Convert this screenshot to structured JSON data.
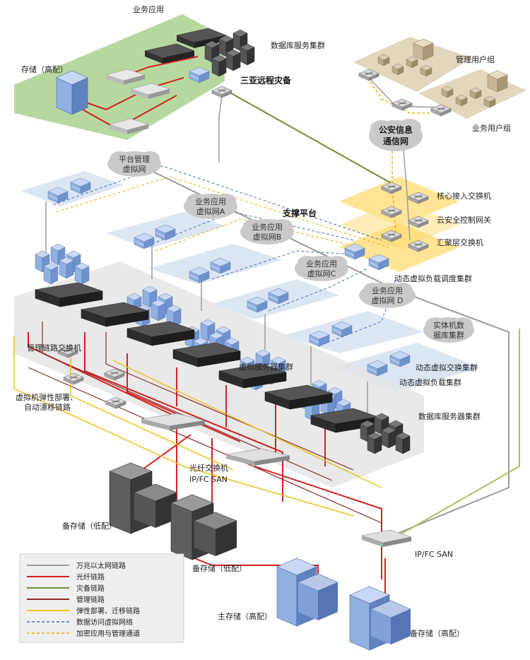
{
  "labels": {
    "business_apps": "业务应用",
    "storage_high": "存储（高配）",
    "db_cluster_top": "数据库服务集群",
    "sanya_dr": "三亚远程灾备",
    "admin_group": "管理用户组",
    "business_group": "业务用户组",
    "core_switch": "核心接入交换机",
    "security_gateway": "云安全控制网关",
    "aggregation_switch": "汇聚层交换机",
    "dynamic_lb_dispatch": "动态虚拟负载调度集群",
    "support_platform": "支撑平台",
    "mgmt_link_switch": "管理链路交换机",
    "vm_elastic_1": "虚拟机弹性部署、",
    "vm_elastic_2": "自动漂移链路",
    "virtual_server_cluster": "虚拟服务器集群",
    "dynamic_virtual_switch": "动态虚拟交换集群",
    "dynamic_virtual_lb": "动态虚拟负载集群",
    "db_server_cluster": "数据库服务器集群",
    "fc_switch": "光纤交换机",
    "ipfc_san_1": "IP/FC SAN",
    "backup_low_1": "备存储（低配）",
    "backup_low_2": "备存储（低配）",
    "ipfc_san_2": "IP/FC SAN",
    "main_storage": "主存储（高配）",
    "backup_high": "备存储（高配）"
  },
  "clouds": {
    "police_net_1": "公安信息",
    "police_net_2": "通信网",
    "platform_mgmt_1": "平台管理",
    "platform_mgmt_2": "虚拟网",
    "vnet_a_1": "业务应用",
    "vnet_a_2": "虚拟网A",
    "vnet_b_1": "业务应用",
    "vnet_b_2": "虚拟网B",
    "vnet_c_1": "业务应用",
    "vnet_c_2": "虚拟网C",
    "vnet_d_1": "业务应用",
    "vnet_d_2": "虚拟网 D",
    "physical_db_1": "实体机数",
    "physical_db_2": "据库集群"
  },
  "legend": [
    {
      "label": "万兆以太网链路",
      "color": "#9b9b9b",
      "style": "solid"
    },
    {
      "label": "光纤链路",
      "color": "#d42020",
      "style": "solid"
    },
    {
      "label": "灾备链路",
      "color": "#6f8f2f",
      "style": "solid"
    },
    {
      "label": "管理链路",
      "color": "#8a2a2a",
      "style": "solid"
    },
    {
      "label": "弹性部署、迁移链路",
      "color": "#f0c020",
      "style": "solid"
    },
    {
      "label": "数据访问虚拟网络",
      "color": "#4a6fc0",
      "style": "dashed"
    },
    {
      "label": "加密应用与管理通道",
      "color": "#f0b000",
      "style": "dashed"
    }
  ],
  "colors": {
    "green_zone": "#a9d18e",
    "blue_zone": "#dce6f2",
    "yellow_zone": "#ffd966",
    "tan_zone": "#e2d6bd",
    "server_blue": "#8fb0e0",
    "device_dark": "#3a3a3a"
  }
}
